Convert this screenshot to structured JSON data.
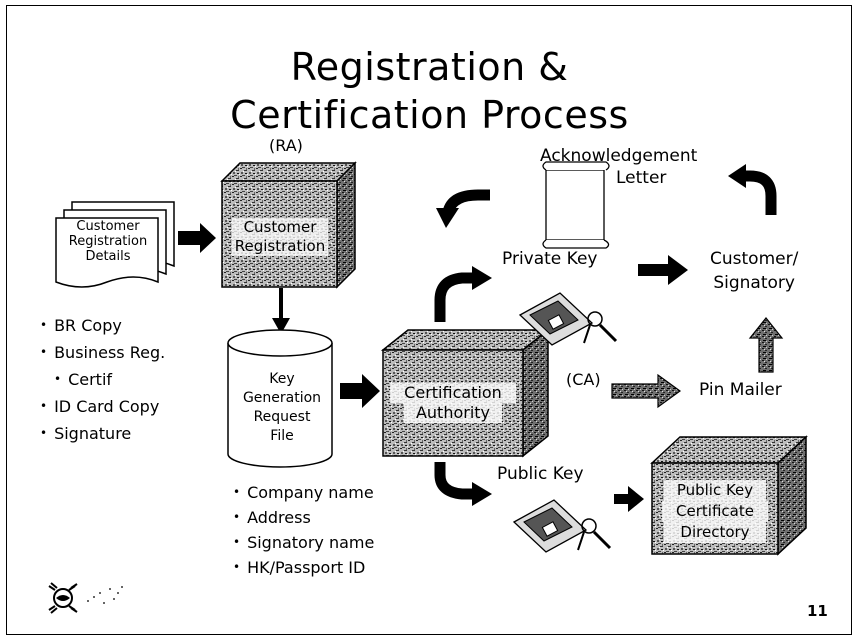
{
  "title": {
    "line1": "Registration &",
    "line2": "Certification Process"
  },
  "ra_label": "(RA)",
  "ca_label": "(CA)",
  "documents": {
    "label_line1": "Customer",
    "label_line2": "Registration",
    "label_line3": "Details"
  },
  "ra_box": {
    "line1": "Customer",
    "line2": "Registration"
  },
  "requirements": [
    "BR Copy",
    "Business Reg.",
    "Certif",
    "ID Card Copy",
    "Signature"
  ],
  "key_file": {
    "line1": "Key",
    "line2": "Generation",
    "line3": "Request",
    "line4": "File"
  },
  "key_file_fields": [
    "Company name",
    "Address",
    "Signatory name",
    "HK/Passport ID"
  ],
  "ca_box": {
    "line1": "Certification",
    "line2": "Authority"
  },
  "ack_letter": {
    "line1": "Acknowledgement",
    "line2": "Letter"
  },
  "private_key": "Private Key",
  "public_key": "Public Key",
  "customer": {
    "line1": "Customer/",
    "line2": "Signatory"
  },
  "pin_mailer": "Pin Mailer",
  "directory": {
    "line1": "Public Key",
    "line2": "Certificate",
    "line3": "Directory"
  },
  "page_number": "11",
  "icons": [
    "documents-icon",
    "cube-icon",
    "cylinder-icon",
    "scroll-icon",
    "key-card-icon",
    "logo-icon"
  ]
}
